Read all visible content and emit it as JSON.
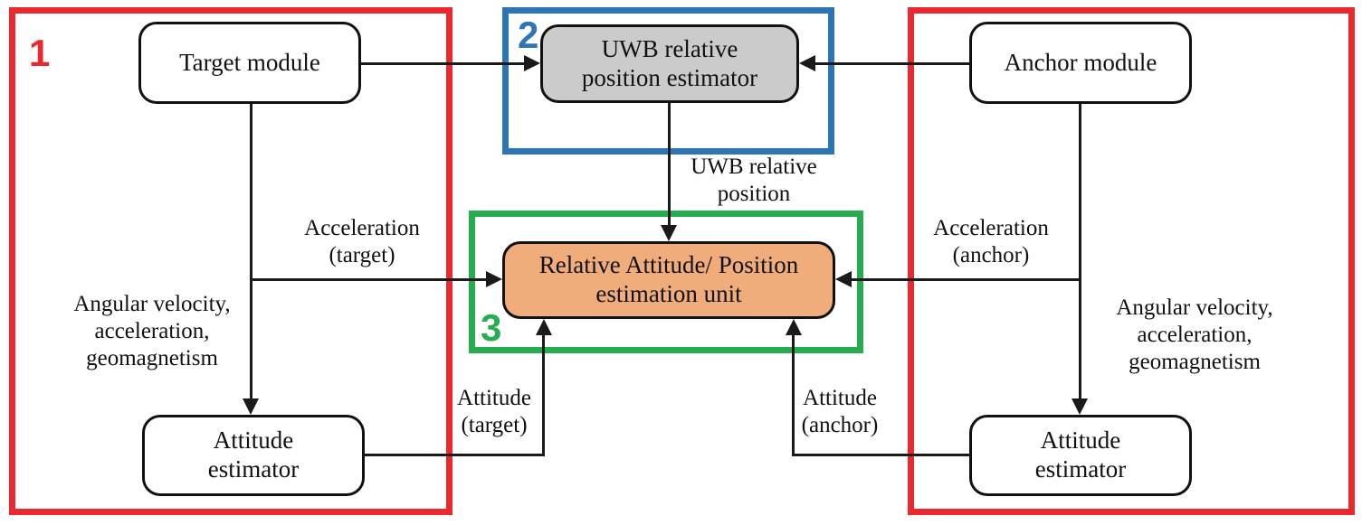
{
  "colors": {
    "group_red": "#E9292E",
    "group_blue": "#2E75B6",
    "group_green": "#25AD4F",
    "uwb_estimator_fill": "#CBCBCB",
    "relative_unit_fill": "#F1AC7B",
    "connector": "#1A1A1A"
  },
  "regions": {
    "group1": {
      "number": "1"
    },
    "group2": {
      "number": "2"
    },
    "group3": {
      "number": "3"
    }
  },
  "nodes": {
    "target_module": "Target module",
    "uwb_estimator": "UWB relative\nposition estimator",
    "anchor_module": "Anchor module",
    "relative_unit": "Relative Attitude/ Position\nestimation unit",
    "attitude_estimator_left": "Attitude\nestimator",
    "attitude_estimator_right": "Attitude\nestimator"
  },
  "edge_labels": {
    "uwb_relative_position": "UWB relative\nposition",
    "acceleration_target": "Acceleration\n(target)",
    "acceleration_anchor": "Acceleration\n(anchor)",
    "angular_left": "Angular velocity,\nacceleration,\ngeomagnetism",
    "angular_right": "Angular velocity,\nacceleration,\ngeomagnetism",
    "attitude_target": "Attitude\n(target)",
    "attitude_anchor": "Attitude\n(anchor)"
  }
}
